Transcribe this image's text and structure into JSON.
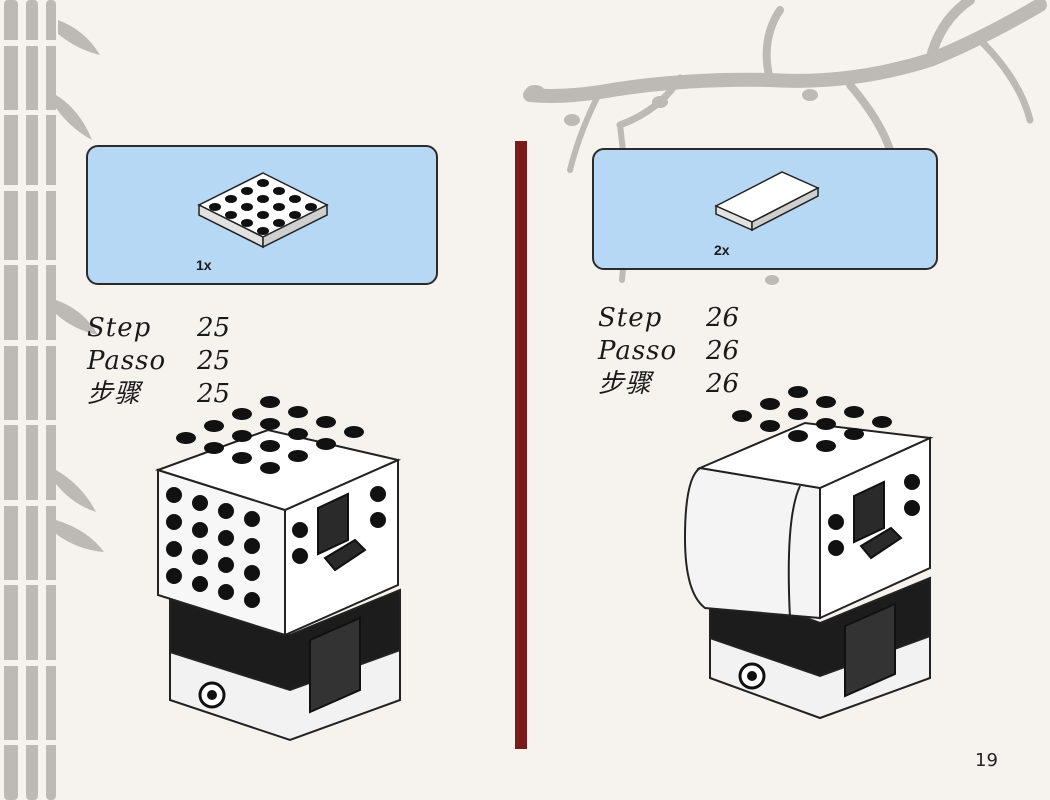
{
  "page": {
    "number": "19"
  },
  "colors": {
    "background": "#f6f3ef",
    "parts_box": "#b7d8f4",
    "divider": "#7b1a1a",
    "decoration": "#bdbab6"
  },
  "steps": [
    {
      "parts": {
        "quantity": "1x",
        "part_icon": "white-4x4-plate-icon"
      },
      "labels": [
        {
          "word": "Step",
          "number": "25"
        },
        {
          "word": "Passo",
          "number": "25"
        },
        {
          "word": "步骤",
          "number": "25"
        }
      ],
      "model_icon": "panda-brickheadz-assembly-step-25"
    },
    {
      "parts": {
        "quantity": "2x",
        "part_icon": "white-curved-slope-icon"
      },
      "labels": [
        {
          "word": "Step",
          "number": "26"
        },
        {
          "word": "Passo",
          "number": "26"
        },
        {
          "word": "步骤",
          "number": "26"
        }
      ],
      "model_icon": "panda-brickheadz-assembly-step-26"
    }
  ]
}
